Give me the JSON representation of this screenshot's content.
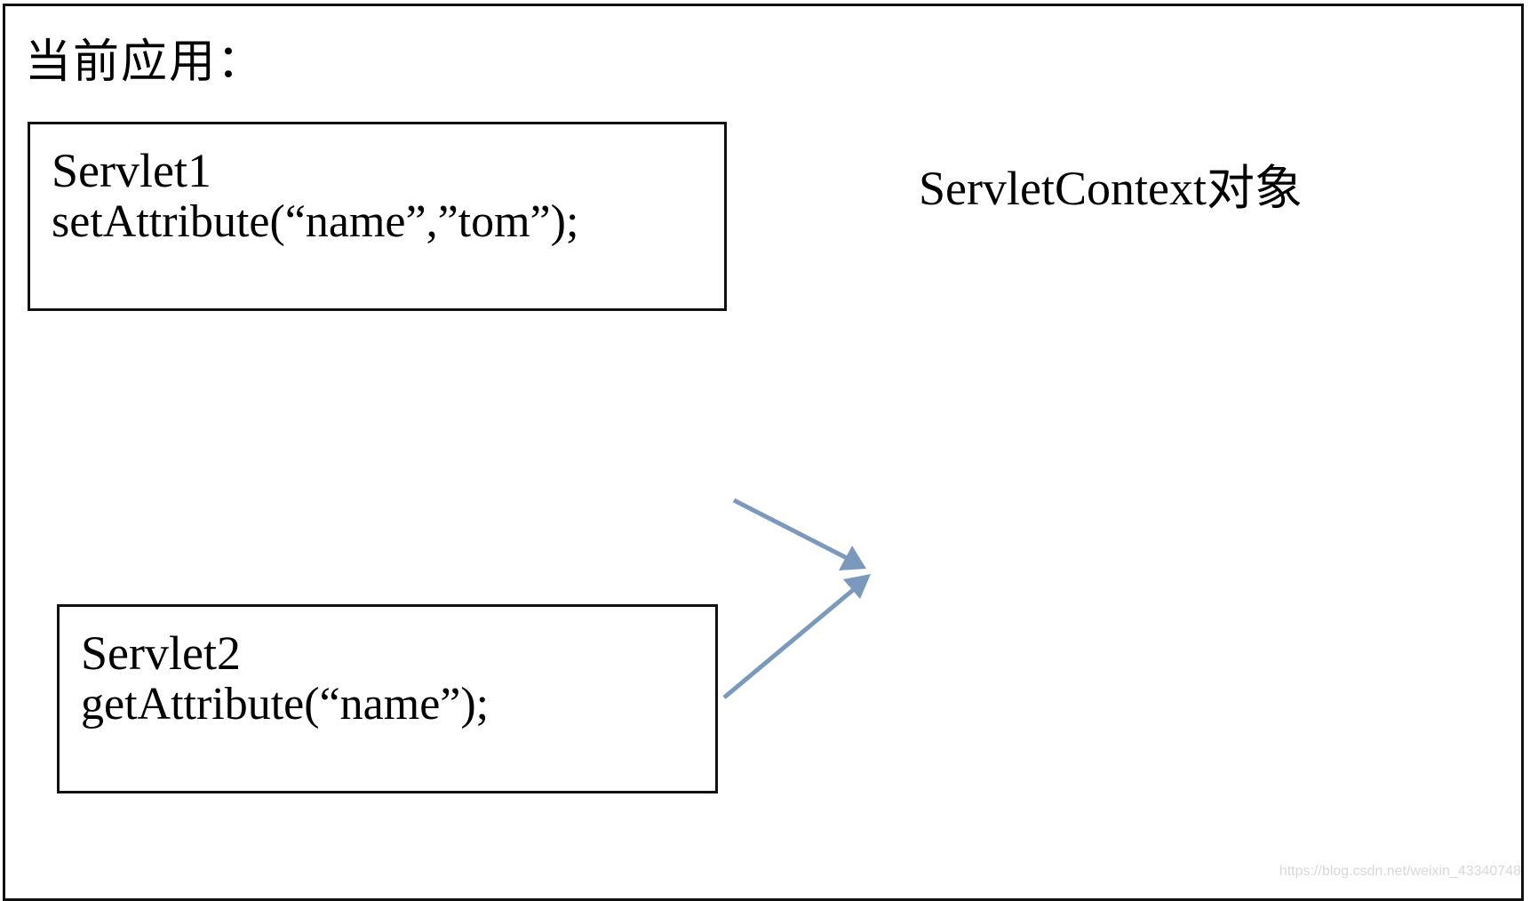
{
  "title": "当前应用：",
  "servlets": [
    {
      "name": "Servlet1",
      "call": "setAttribute(“name”,”tom”);"
    },
    {
      "name": "Servlet2",
      "call": "getAttribute(“name”);"
    }
  ],
  "context": {
    "label": "ServletContext对象"
  },
  "arrows": {
    "color": "#7b98bd"
  },
  "watermark": "https://blog.csdn.net/weixin_43340748"
}
